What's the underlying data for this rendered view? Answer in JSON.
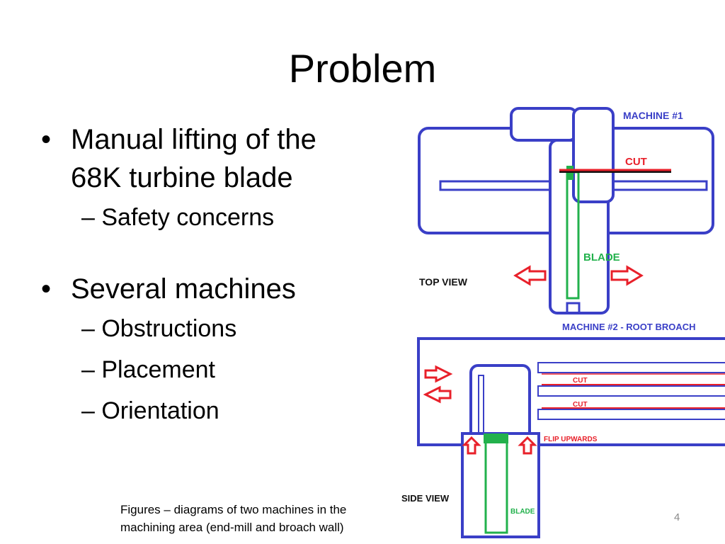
{
  "slide": {
    "title": "Problem",
    "bullets": [
      {
        "text": "Manual lifting of the 68K turbine blade",
        "line1": "Manual lifting of the",
        "line2": "68K turbine blade",
        "sub": [
          "– Safety concerns"
        ]
      },
      {
        "text": "Several machines",
        "sub": [
          "– Obstructions",
          "– Placement",
          "– Orientation"
        ]
      }
    ],
    "bullet_glyph": "•",
    "caption_line1": "Figures – diagrams of two machines in the",
    "caption_line2": "machining area (end-mill and broach wall)",
    "page_number": "4"
  },
  "diagram": {
    "machine1_label": "MACHINE #1",
    "cut_label": "CUT",
    "blade_label": "BLADE",
    "top_view_label": "TOP VIEW",
    "machine2_label": "MACHINE #2 - ROOT BROACH",
    "cut_small_1": "CUT",
    "cut_small_2": "CUT",
    "flip_label": "FLIP UPWARDS",
    "side_view_label": "SIDE VIEW",
    "blade_small_label": "BLADE"
  },
  "colors": {
    "machine": "#3a3fc7",
    "cut": "#e8202a",
    "blade": "#22b14c",
    "text": "#000000"
  }
}
